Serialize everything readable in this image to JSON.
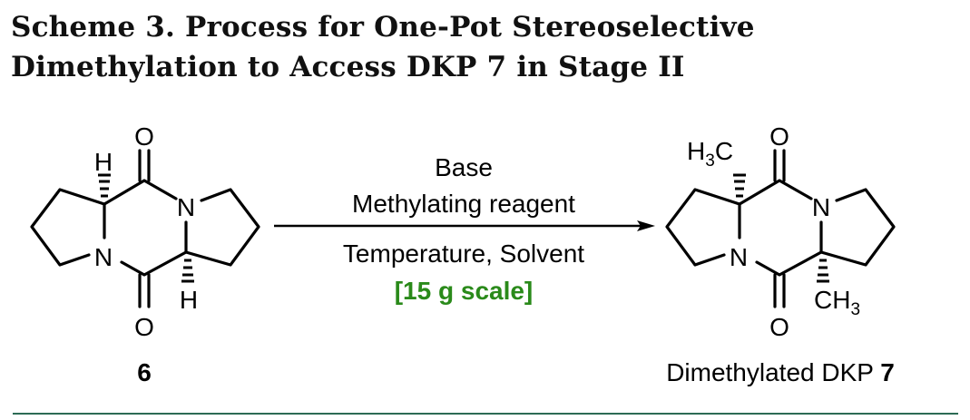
{
  "title": {
    "line1": "Scheme 3. Process for One-Pot Stereoselective",
    "line2": "Dimethylation to Access DKP 7 in Stage II"
  },
  "reactant": {
    "label": "6",
    "atoms": {
      "O": "O",
      "N": "N",
      "H": "H"
    }
  },
  "conditions": {
    "line1": "Base",
    "line2": "Methylating reagent",
    "line3": "Temperature, Solvent",
    "scale": "[15 g scale]"
  },
  "product": {
    "label_text": "Dimethylated DKP ",
    "label_number": "7",
    "methyl_top": {
      "main": "H",
      "sub": "3",
      "tail": "C"
    },
    "methyl_bottom": {
      "main": "CH",
      "sub": "3"
    }
  },
  "colors": {
    "scale": "#2a8a1a",
    "rule": "#2c6b55"
  }
}
